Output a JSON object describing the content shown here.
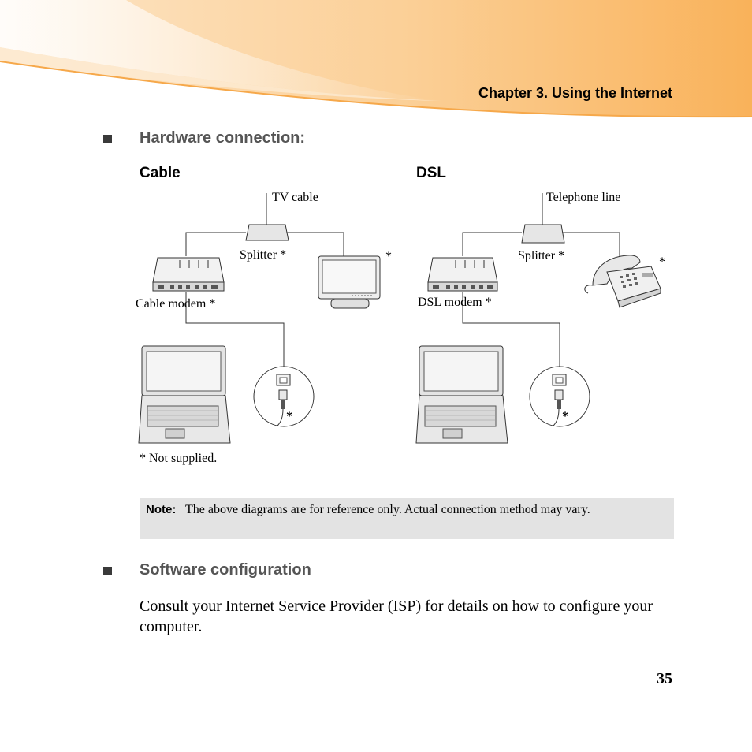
{
  "header": {
    "chapter": "Chapter 3. Using the Internet"
  },
  "sections": [
    {
      "heading": "Hardware connection:"
    },
    {
      "heading": "Software configuration"
    }
  ],
  "diagram": {
    "cable": {
      "title": "Cable",
      "input_label": "TV cable",
      "splitter_label": "Splitter *",
      "monitor_mark": "*",
      "modem_label": "Cable modem *",
      "connector_mark": "*"
    },
    "dsl": {
      "title": "DSL",
      "input_label": "Telephone line",
      "splitter_label": "Splitter *",
      "phone_mark": "*",
      "modem_label": "DSL modem *",
      "connector_mark": "*"
    },
    "footnote": "* Not supplied."
  },
  "note": {
    "label": "Note:",
    "text": "The above diagrams are for reference only. Actual connection method may vary."
  },
  "software": {
    "body": "Consult your Internet Service Provider (ISP) for details on how to configure your computer."
  },
  "page_number": "35",
  "colors": {
    "banner_orange": "#f9b25a",
    "note_background": "#e3e3e3"
  }
}
